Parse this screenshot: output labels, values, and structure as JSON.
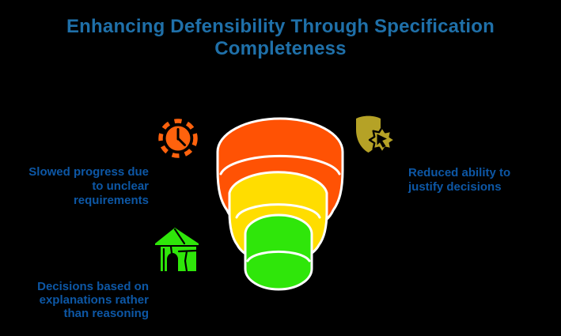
{
  "title": {
    "text": "Enhancing Defensibility Through Specification Completeness",
    "lines": [
      "Enhancing Defensibility Through Specification",
      "Completeness"
    ]
  },
  "colors": {
    "background": "#000000",
    "title_blue": "#1F70A9",
    "label_blue": "#0D57A5",
    "funnel_orange": "#FF5204",
    "funnel_yellow": "#FFDD00",
    "funnel_green": "#2FE60A",
    "outline_white": "#FFFFFF",
    "icon_orange": "#FF620D",
    "icon_green": "#2FE60A",
    "icon_olive": "#B5A226"
  },
  "funnel": {
    "layers": [
      {
        "position": "top",
        "color": "#FF5204"
      },
      {
        "position": "middle",
        "color": "#FFDD00"
      },
      {
        "position": "bottom",
        "color": "#2FE60A"
      }
    ]
  },
  "callouts": [
    {
      "id": "top-left",
      "icon": "dashed-clock-icon",
      "text": "Slowed progress due to unclear requirements",
      "lines": [
        "Slowed progress due",
        "to unclear",
        "requirements"
      ]
    },
    {
      "id": "bottom-left",
      "icon": "cracked-house-icon",
      "text": "Decisions based on explanations rather than reasoning",
      "lines": [
        "Decisions based on",
        "explanations rather",
        "than reasoning"
      ]
    },
    {
      "id": "top-right",
      "icon": "shield-gear-cursor-icon",
      "text": "Reduced ability to justify decisions",
      "lines": [
        "Reduced ability to",
        "justify decisions"
      ]
    }
  ]
}
